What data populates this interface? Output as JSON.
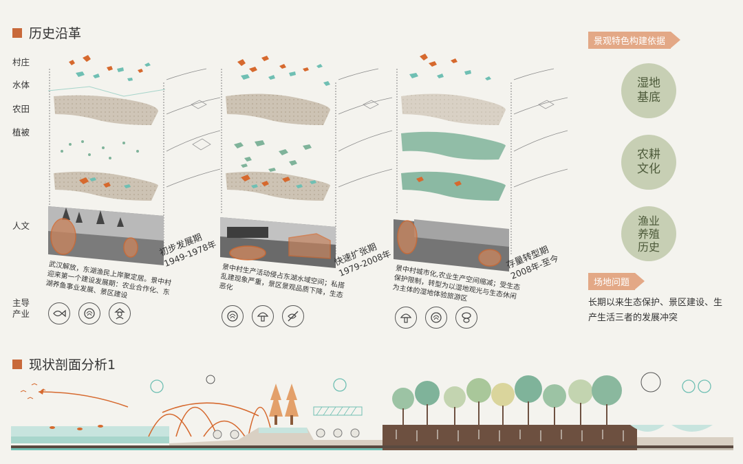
{
  "history": {
    "title": "历史沿革",
    "row_labels": [
      "村庄",
      "水体",
      "农田",
      "植被",
      "人文",
      "主导\n产业"
    ],
    "eras": [
      {
        "name": "初步发展期",
        "years": "1949-1978年",
        "description": "武汉解放，东湖渔民上岸聚定居。景中村迎来第一个建设发展期：农业合作化、东湖养鱼事业发展、景区建设",
        "icons": [
          "fish-icon",
          "cabbage-icon",
          "fisherman-icon"
        ]
      },
      {
        "name": "快速扩张期",
        "years": "1979-2008年",
        "description": "景中村生产活动侵占东湖水域空间；私搭乱建现象严重，景区景观品质下降，生态恶化",
        "icons": [
          "cabbage-icon",
          "mushroom-icon",
          "no-fishing-icon"
        ]
      },
      {
        "name": "存量转型期",
        "years": "2008年-至今",
        "description": "景中村城市化,农业生产空间缩减；受生态保护限制，转型为以湿地观光与生态休闲为主体的湿地体验旅游区",
        "icons": [
          "mushroom-icon",
          "cabbage-icon",
          "mushroom-icon"
        ]
      }
    ]
  },
  "basis": {
    "tag": "景观特色构建依据",
    "items": [
      "湿地\n基底",
      "农耕\n文化",
      "渔业\n养殖\n历史"
    ]
  },
  "problem": {
    "tag": "场地问题",
    "text": "长期以来生态保护、景区建设、生产生活三者的发展冲突"
  },
  "section": {
    "title": "现状剖面分析1"
  },
  "colors": {
    "accent": "#c8693a",
    "tag": "#e3a886",
    "village": "#d6692e",
    "water": "#6fbfb3",
    "farmland": "#cdc3b4",
    "vegetation": "#7fb39a",
    "basis_circle": "#c7cfb4",
    "soil": "#6d5040"
  }
}
